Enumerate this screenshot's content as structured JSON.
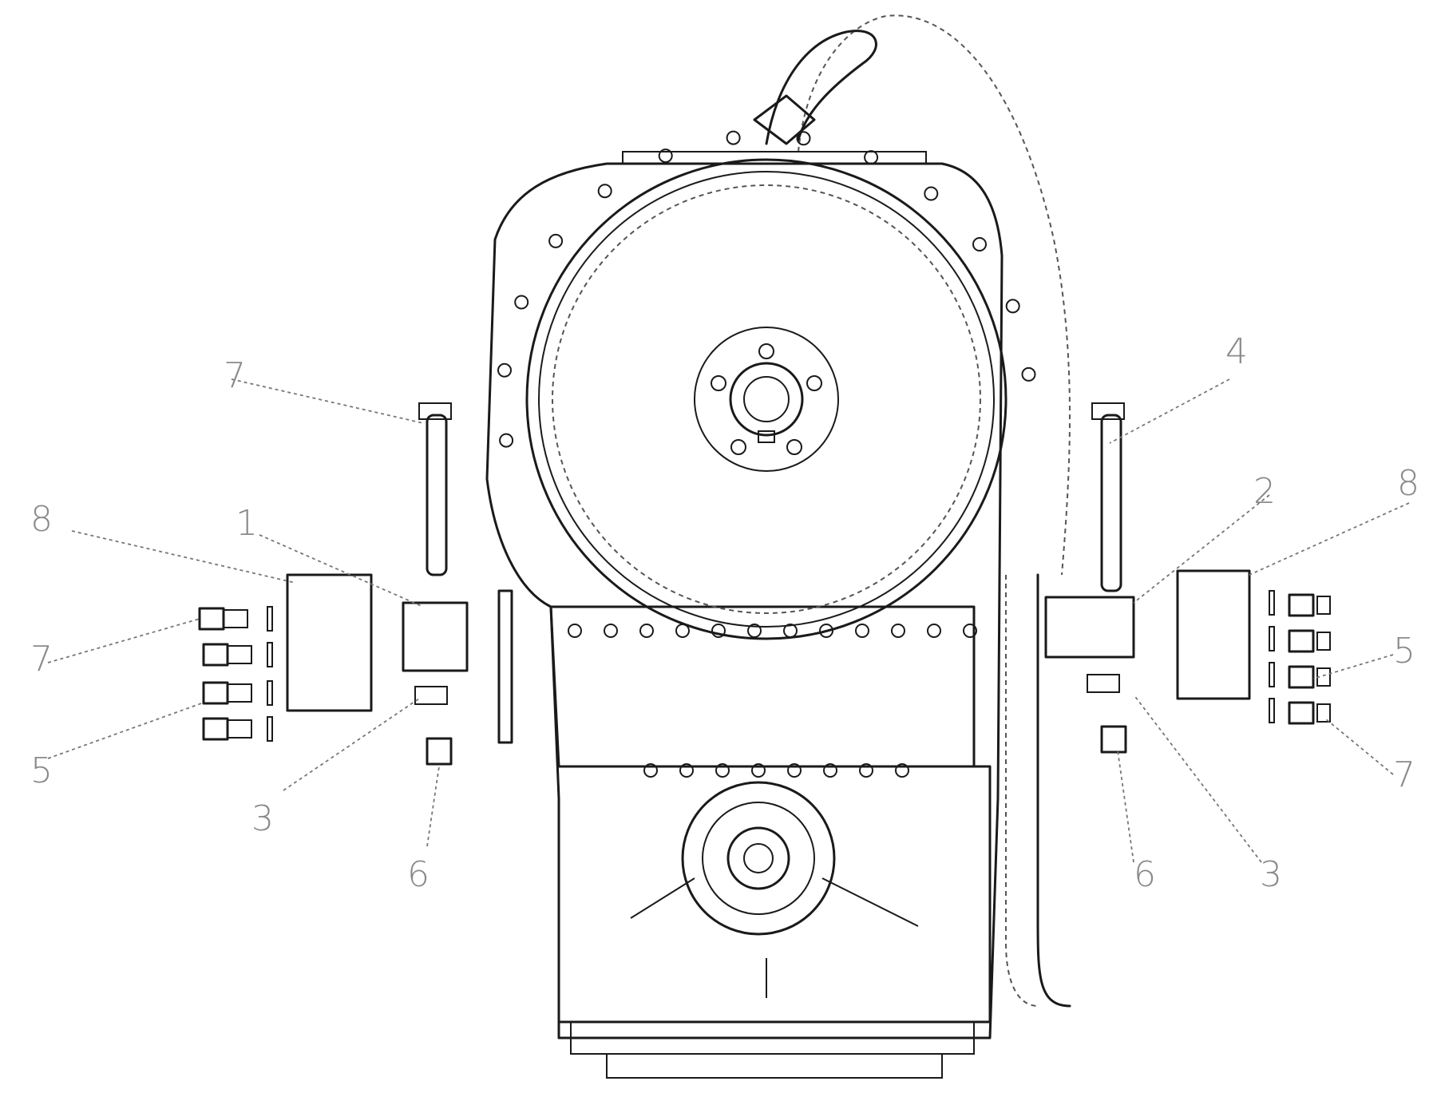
{
  "diagram": {
    "callouts": [
      {
        "id": "c-left-7-top",
        "text": "7"
      },
      {
        "id": "c-left-8",
        "text": "8"
      },
      {
        "id": "c-left-1",
        "text": "1"
      },
      {
        "id": "c-left-7-mid",
        "text": "7"
      },
      {
        "id": "c-left-5",
        "text": "5"
      },
      {
        "id": "c-left-3",
        "text": "3"
      },
      {
        "id": "c-left-6",
        "text": "6"
      },
      {
        "id": "c-right-4",
        "text": "4"
      },
      {
        "id": "c-right-2",
        "text": "2"
      },
      {
        "id": "c-right-8",
        "text": "8"
      },
      {
        "id": "c-right-5",
        "text": "5"
      },
      {
        "id": "c-right-7",
        "text": "7"
      },
      {
        "id": "c-right-6",
        "text": "6"
      },
      {
        "id": "c-right-3",
        "text": "3"
      }
    ]
  },
  "colors": {
    "line": "#1a1a1a",
    "callout": "#8a8a8a",
    "background": "#ffffff"
  }
}
